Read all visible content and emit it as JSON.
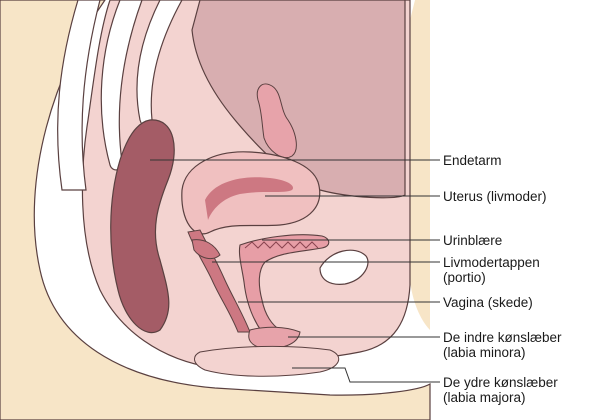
{
  "labels": {
    "rectum": "Endetarm",
    "uterus": "Uterus (livmoder)",
    "bladder": "Urinblære",
    "cervix": {
      "line1": "Livmodertappen",
      "line2": "(portio)"
    },
    "vagina": "Vagina (skede)",
    "labia_minora": {
      "line1": "De indre kønslæber",
      "line2": "(labia minora)"
    },
    "labia_majora": {
      "line1": "De ydre kønslæber",
      "line2": "(labia majora)"
    }
  },
  "colors": {
    "skin": "#f7e5c7",
    "tissue": "#f3d3d0",
    "pelvis": "#eccacb",
    "cavity": "#d8aeb0",
    "rectum": "#a45c66",
    "uterus": "#f0c0c0",
    "wall": "#cd7882",
    "outline": "#5a4040",
    "leader": "#333333"
  }
}
